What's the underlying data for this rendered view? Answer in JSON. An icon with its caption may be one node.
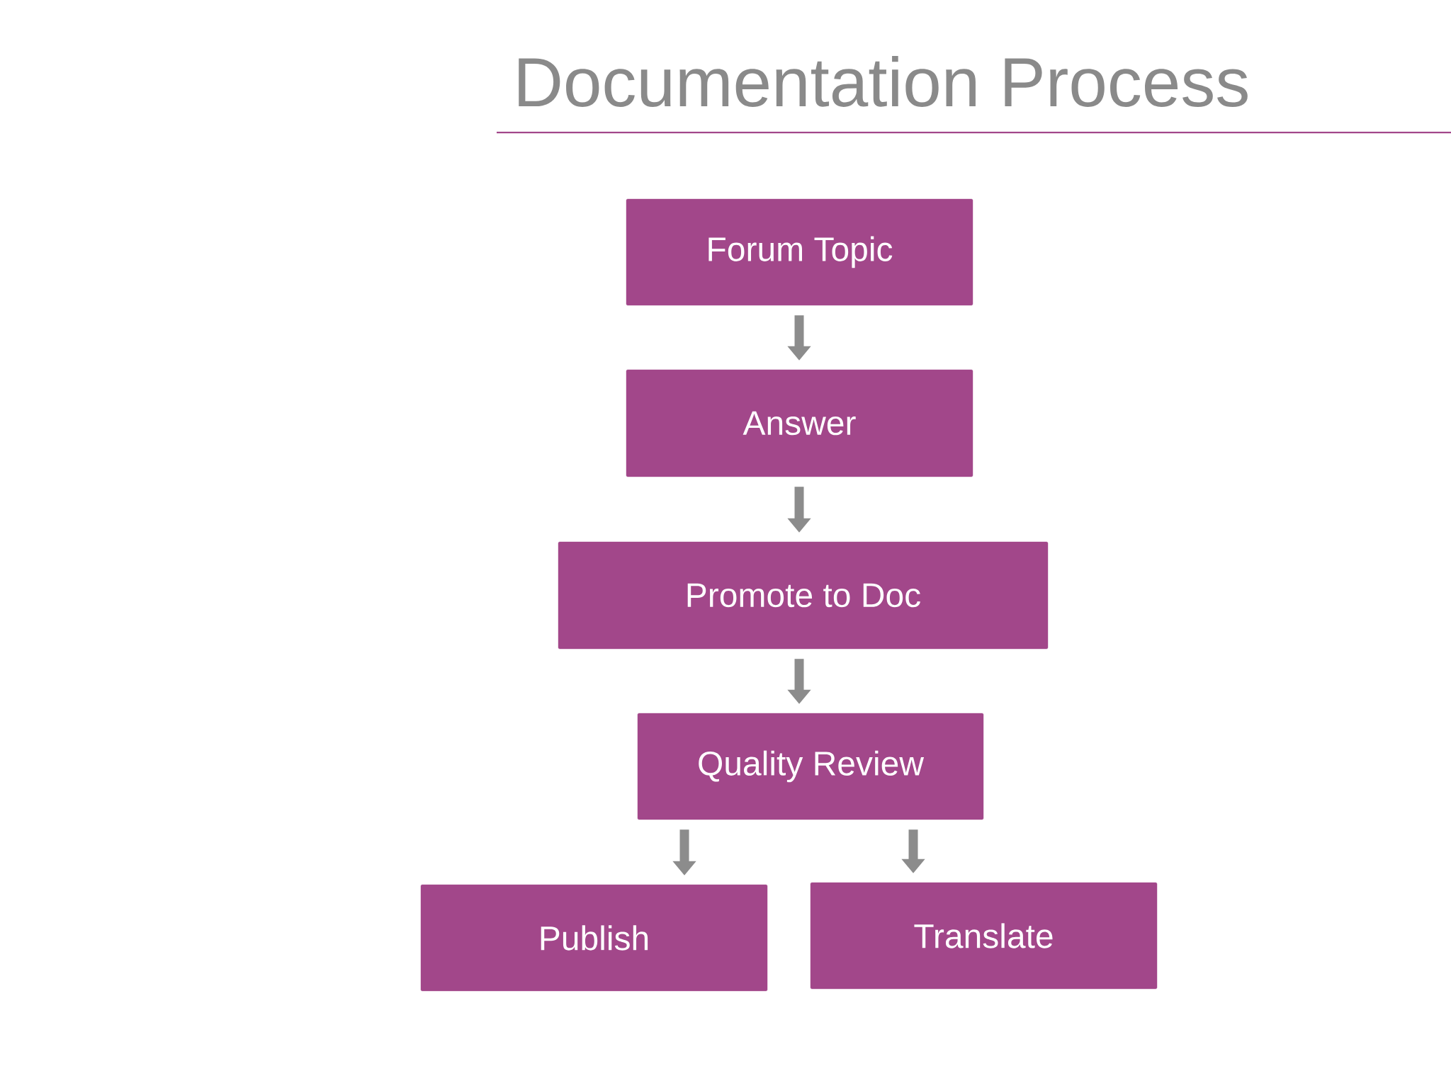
{
  "diagram": {
    "title": "Documentation Process",
    "nodes": [
      {
        "text": [
          "Forum Topic"
        ]
      },
      {
        "text": [
          "Answer"
        ]
      },
      {
        "text": [
          "Promote to Doc"
        ]
      },
      {
        "text": [
          "Quality Review"
        ]
      },
      {
        "text": [
          "Publish"
        ]
      },
      {
        "text": [
          "Translate"
        ]
      }
    ],
    "edges": [
      {
        "from": 0,
        "to": 1,
        "arrow": "to"
      },
      {
        "from": 1,
        "to": 2,
        "arrow": "to"
      },
      {
        "from": 2,
        "to": 3,
        "arrow": "to"
      },
      {
        "from": 3,
        "to": 4,
        "arrow": "to"
      },
      {
        "from": 3,
        "to": 5,
        "arrow": "to"
      }
    ]
  }
}
